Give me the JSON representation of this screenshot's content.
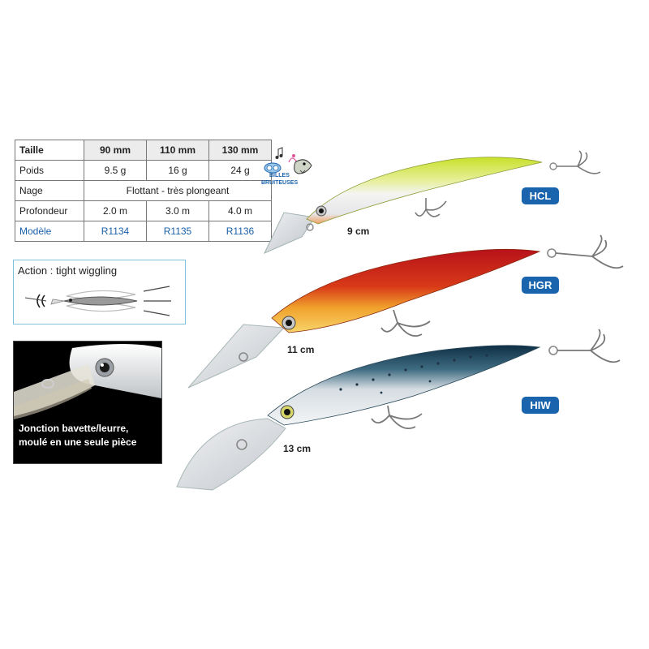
{
  "table": {
    "header": [
      "Taille",
      "90 mm",
      "110 mm",
      "130 mm"
    ],
    "rows": [
      {
        "label": "Poids",
        "values": [
          "9.5 g",
          "16 g",
          "24 g"
        ]
      },
      {
        "label": "Nage",
        "merged": "Flottant - très plongeant"
      },
      {
        "label": "Profondeur",
        "values": [
          "2.0 m",
          "3.0 m",
          "4.0 m"
        ]
      },
      {
        "label": "Modèle",
        "values": [
          "R1134",
          "R1135",
          "R1136"
        ]
      }
    ]
  },
  "action": {
    "title": "Action : tight wiggling"
  },
  "photo": {
    "caption_lines": [
      "Jonction bavette/leurre,",
      "moulé en une seule pièce"
    ]
  },
  "logo": {
    "line1": "BILLES",
    "line2": "BRUITEUSES"
  },
  "lures": [
    {
      "size": "9 cm",
      "badge": "HCL"
    },
    {
      "size": "11 cm",
      "badge": "HGR"
    },
    {
      "size": "13 cm",
      "badge": "HIW"
    }
  ],
  "colors": {
    "badge": "#1a64ae",
    "model_text": "#1a5fa8",
    "action_border": "#7cc0dc"
  }
}
